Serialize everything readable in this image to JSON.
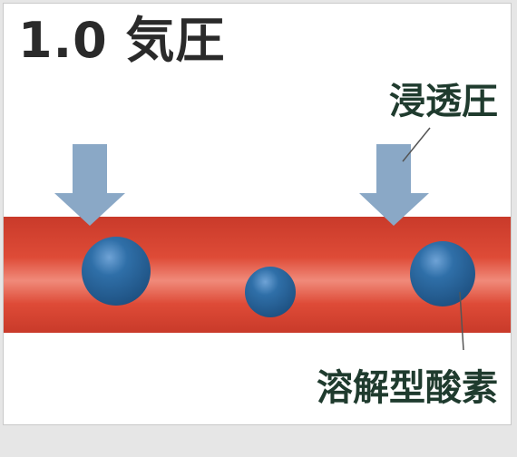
{
  "title": "1.0 気圧",
  "labels": {
    "osmotic_pressure": "浸透圧",
    "dissolved_oxygen": "溶解型酸素"
  },
  "colors": {
    "vessel": "#d9412f",
    "vessel_highlight": "#f08a7a",
    "arrow": "#8aa8c6",
    "bubble": "#2f6fa8",
    "text": "#2a2a2a"
  },
  "icons": [
    "down-arrow-icon",
    "oxygen-bubble-icon"
  ]
}
